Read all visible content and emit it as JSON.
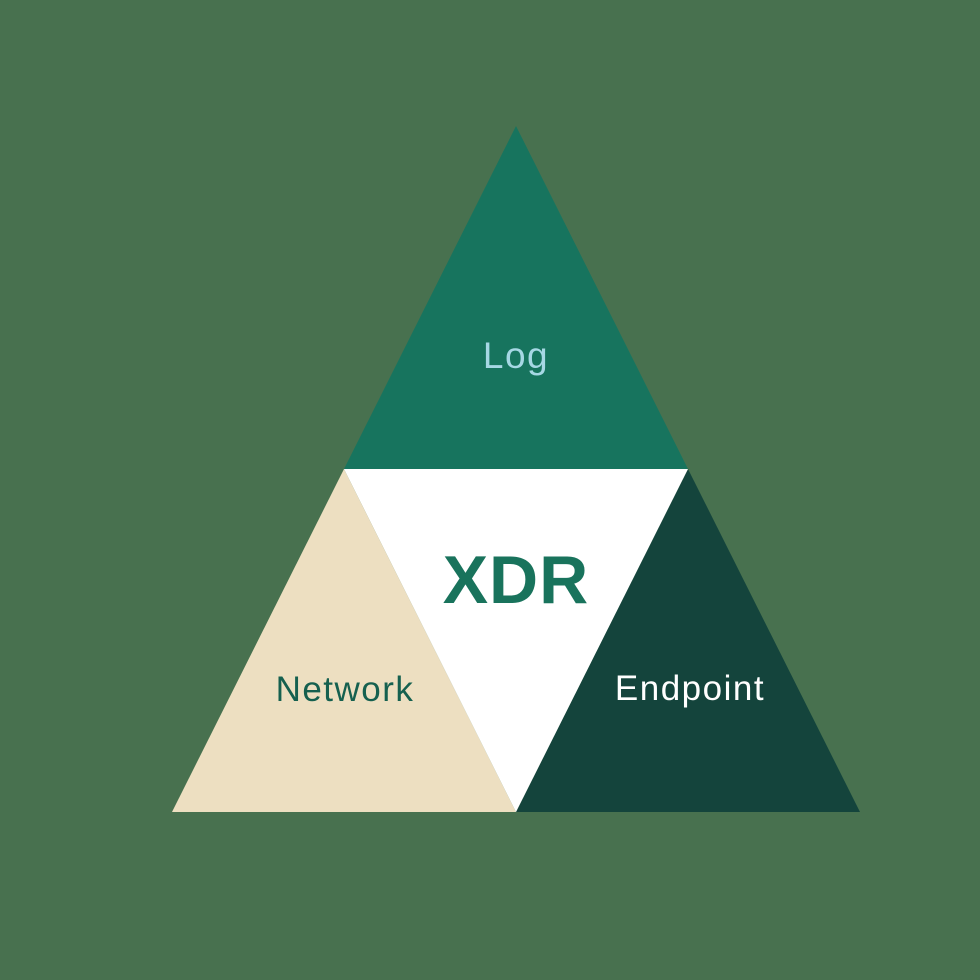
{
  "diagram": {
    "description": "XDR components triangle diagram",
    "labels": {
      "top": "Log",
      "left": "Network",
      "right": "Endpoint",
      "center": "XDR"
    },
    "colors": {
      "background": "#48714F",
      "top_triangle": "#17745E",
      "left_triangle": "#EDDFC1",
      "right_triangle": "#14443C",
      "center_triangle": "#FFFFFF",
      "top_label": "#A6D8E4",
      "left_label": "#15604F",
      "right_label": "#FFFFFF",
      "center_label": "#19735C"
    }
  }
}
